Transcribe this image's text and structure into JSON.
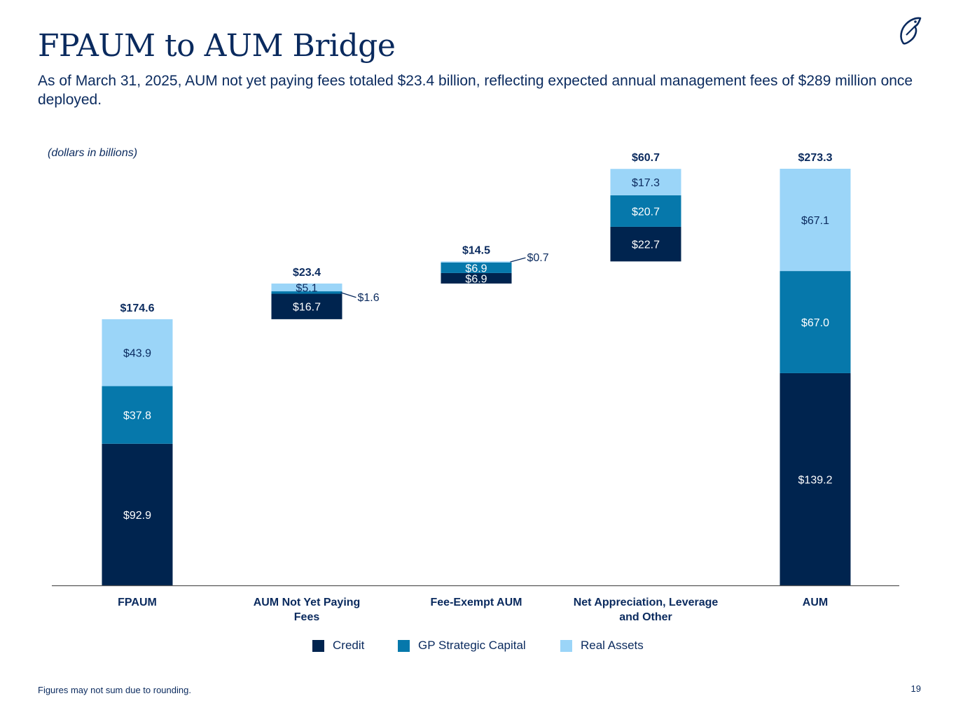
{
  "page": {
    "title": "FPAUM to AUM Bridge",
    "subtitle": "As of March 31, 2025, AUM not yet paying fees totaled $23.4 billion, reflecting expected annual management fees of $289 million once deployed.",
    "footnote": "Figures may not sum due to rounding.",
    "page_number": "19",
    "logo_icon": "owl-logo-icon"
  },
  "colors": {
    "credit": "#00244f",
    "gp_strategic_capital": "#0678ab",
    "real_assets": "#9bd5f8",
    "axis": "#555555",
    "text_dark": "#0a2a5e"
  },
  "chart_data": {
    "type": "bar",
    "subtype": "stacked-waterfall",
    "units_note": "(dollars in billions)",
    "categories": [
      "FPAUM",
      "AUM Not Yet Paying Fees",
      "Fee-Exempt AUM",
      "Net Appreciation, Leverage and Other",
      "AUM"
    ],
    "base": [
      0,
      174.6,
      198.0,
      212.5,
      0
    ],
    "totals": [
      174.6,
      23.4,
      14.5,
      60.7,
      273.3
    ],
    "total_labels": [
      "$174.6",
      "$23.4",
      "$14.5",
      "$60.7",
      "$273.3"
    ],
    "series": [
      {
        "name": "Credit",
        "color": "#00244f",
        "values": [
          92.9,
          16.7,
          6.9,
          22.7,
          139.2
        ],
        "labels": [
          "$92.9",
          "$16.7",
          "$6.9",
          "$22.7",
          "$139.2"
        ]
      },
      {
        "name": "GP Strategic Capital",
        "color": "#0678ab",
        "values": [
          37.8,
          1.6,
          6.9,
          20.7,
          67.0
        ],
        "labels": [
          "$37.8",
          "$1.6",
          "$6.9",
          "$20.7",
          "$67.0"
        ]
      },
      {
        "name": "Real Assets",
        "color": "#9bd5f8",
        "values": [
          43.9,
          5.1,
          0.7,
          17.3,
          67.1
        ],
        "labels": [
          "$43.9",
          "$5.1",
          "$0.7",
          "$17.3",
          "$67.1"
        ]
      }
    ],
    "callouts": [
      {
        "category": "AUM Not Yet Paying Fees",
        "series": "GP Strategic Capital",
        "label": "$1.6"
      },
      {
        "category": "Fee-Exempt AUM",
        "series": "Real Assets",
        "label": "$0.7"
      }
    ],
    "ylim": [
      0,
      273.3
    ],
    "grid": false,
    "legend_position": "bottom"
  }
}
